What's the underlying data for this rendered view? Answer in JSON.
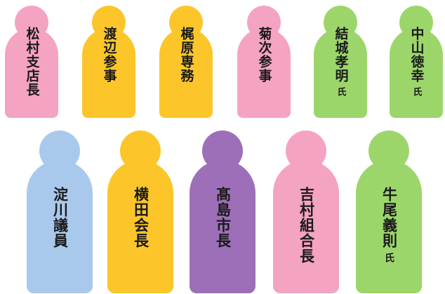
{
  "people": {
    "p1": {
      "name": "松村支店長",
      "suffix": "",
      "color": "#f5a3c2"
    },
    "p2": {
      "name": "渡辺参事",
      "suffix": "",
      "color": "#fcc62a"
    },
    "p3": {
      "name": "梶原専務",
      "suffix": "",
      "color": "#fcc62a"
    },
    "p4": {
      "name": "菊次参事",
      "suffix": "",
      "color": "#f5a3c2"
    },
    "p5": {
      "name": "結城孝明",
      "suffix": "氏",
      "color": "#9cd66b"
    },
    "p6": {
      "name": "中山徳幸",
      "suffix": "氏",
      "color": "#9cd66b"
    },
    "p7": {
      "name": "淀川議員",
      "suffix": "",
      "color": "#a9c9ec"
    },
    "p8": {
      "name": "横田会長",
      "suffix": "",
      "color": "#fcc62a"
    },
    "p9": {
      "name": "髙島市長",
      "suffix": "",
      "color": "#9d6fb8"
    },
    "p10": {
      "name": "吉村組合長",
      "suffix": "",
      "color": "#f5a3c2"
    },
    "p11": {
      "name": "牛尾義則",
      "suffix": "氏",
      "color": "#9cd66b"
    }
  }
}
